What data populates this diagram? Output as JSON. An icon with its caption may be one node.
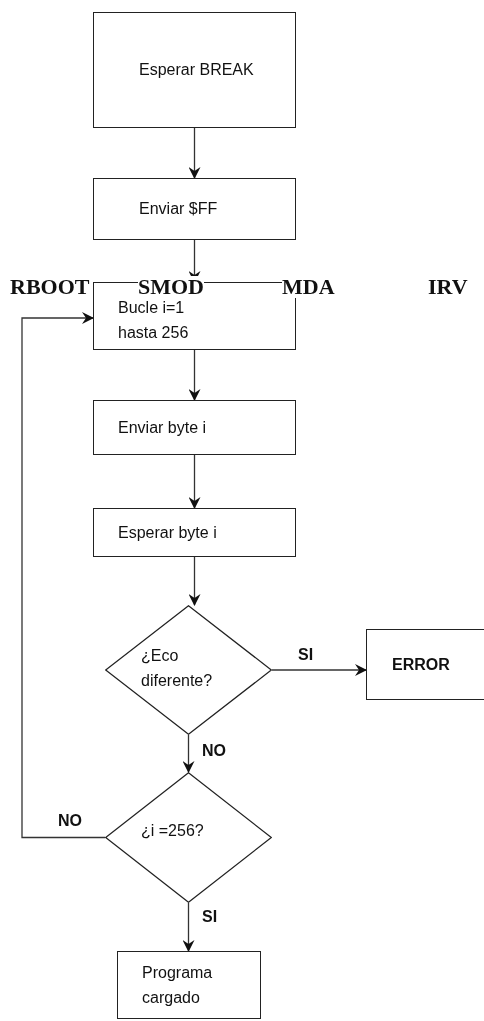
{
  "diagram": {
    "nodes": [
      {
        "text": [
          "Esperar BREAK"
        ]
      },
      {
        "text": [
          "Enviar $FF"
        ]
      },
      {
        "text": [
          "Bucle i=1 hasta 256"
        ]
      },
      {
        "text": [
          "Enviar byte i"
        ]
      },
      {
        "text": [
          "Esperar byte i"
        ]
      },
      {
        "text": [
          "¿Eco diferente?"
        ]
      },
      {
        "text": [
          "ERROR"
        ]
      },
      {
        "text": [
          "¿i =256?"
        ]
      },
      {
        "text": [
          "Programa cargado"
        ]
      }
    ],
    "edges": [
      {
        "from": 0,
        "to": 1,
        "arrow": "to"
      },
      {
        "from": 1,
        "to": 2,
        "arrow": "to"
      },
      {
        "from": 2,
        "to": 3,
        "arrow": "to"
      },
      {
        "from": 3,
        "to": 4,
        "arrow": "to"
      },
      {
        "from": 4,
        "to": 5,
        "arrow": "to"
      },
      {
        "from": 5,
        "to": 6,
        "arrow": "to",
        "label": "SI"
      },
      {
        "from": 5,
        "to": 7,
        "arrow": "to",
        "label": "NO"
      },
      {
        "from": 7,
        "to": 2,
        "arrow": "to",
        "label": "NO"
      },
      {
        "from": 7,
        "to": 8,
        "arrow": "to",
        "label": "SI"
      }
    ],
    "labels": [
      "RBOOT",
      "SMOD",
      "MDA",
      "IRV"
    ]
  }
}
